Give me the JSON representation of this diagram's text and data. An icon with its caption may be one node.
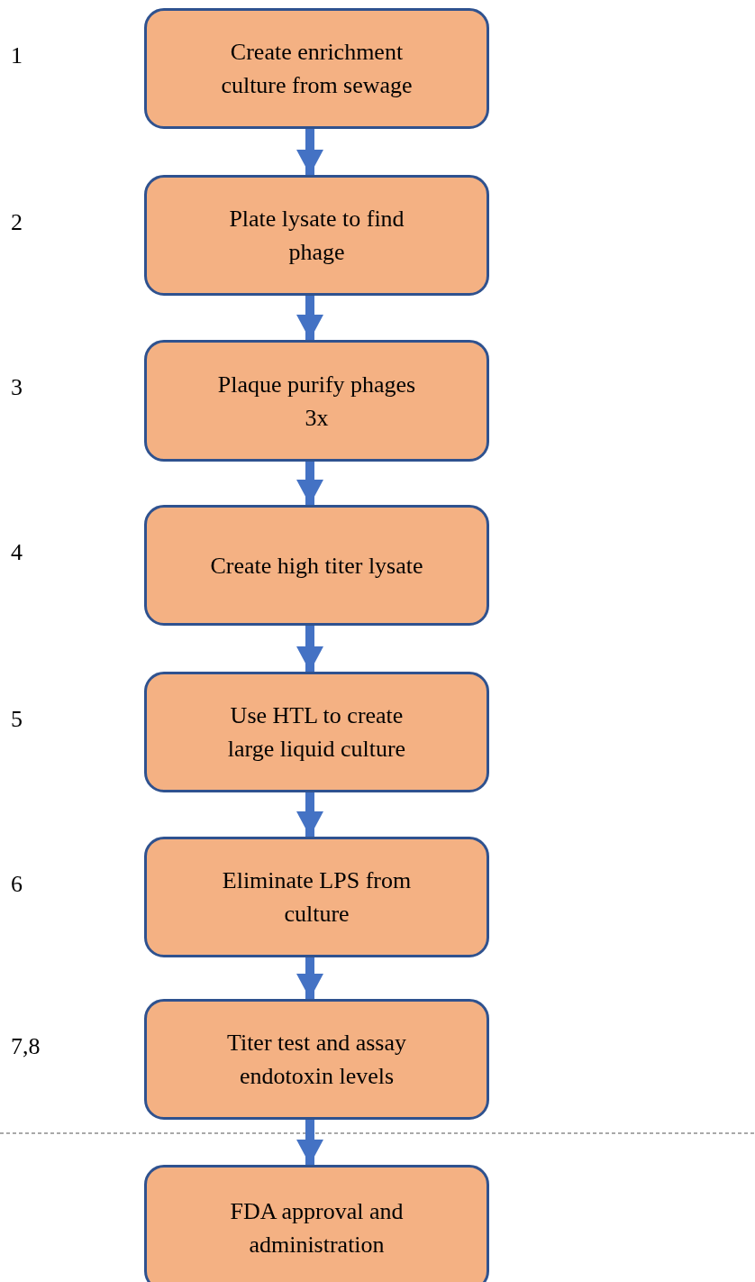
{
  "diagram": {
    "nodes": [
      {
        "text": [
          "Create enrichment culture from sewage"
        ]
      },
      {
        "text": [
          "Plate lysate to find phage"
        ]
      },
      {
        "text": [
          "Plaque purify phages 3x"
        ]
      },
      {
        "text": [
          "Create high titer lysate"
        ]
      },
      {
        "text": [
          "Use HTL to create large liquid culture"
        ]
      },
      {
        "text": [
          "Eliminate LPS from culture"
        ]
      },
      {
        "text": [
          "Titer test and assay endotoxin levels"
        ]
      },
      {
        "text": [
          "FDA approval and administration"
        ]
      }
    ],
    "edges": [
      {
        "from": 0,
        "to": 1,
        "arrow": "to"
      },
      {
        "from": 1,
        "to": 2,
        "arrow": "to"
      },
      {
        "from": 2,
        "to": 3,
        "arrow": "to"
      },
      {
        "from": 3,
        "to": 4,
        "arrow": "to"
      },
      {
        "from": 4,
        "to": 5,
        "arrow": "to"
      },
      {
        "from": 5,
        "to": 6,
        "arrow": "to"
      },
      {
        "from": 6,
        "to": 7,
        "arrow": "to"
      }
    ],
    "labels": [
      "1",
      "2",
      "3",
      "4",
      "5",
      "6",
      "7,8"
    ]
  }
}
